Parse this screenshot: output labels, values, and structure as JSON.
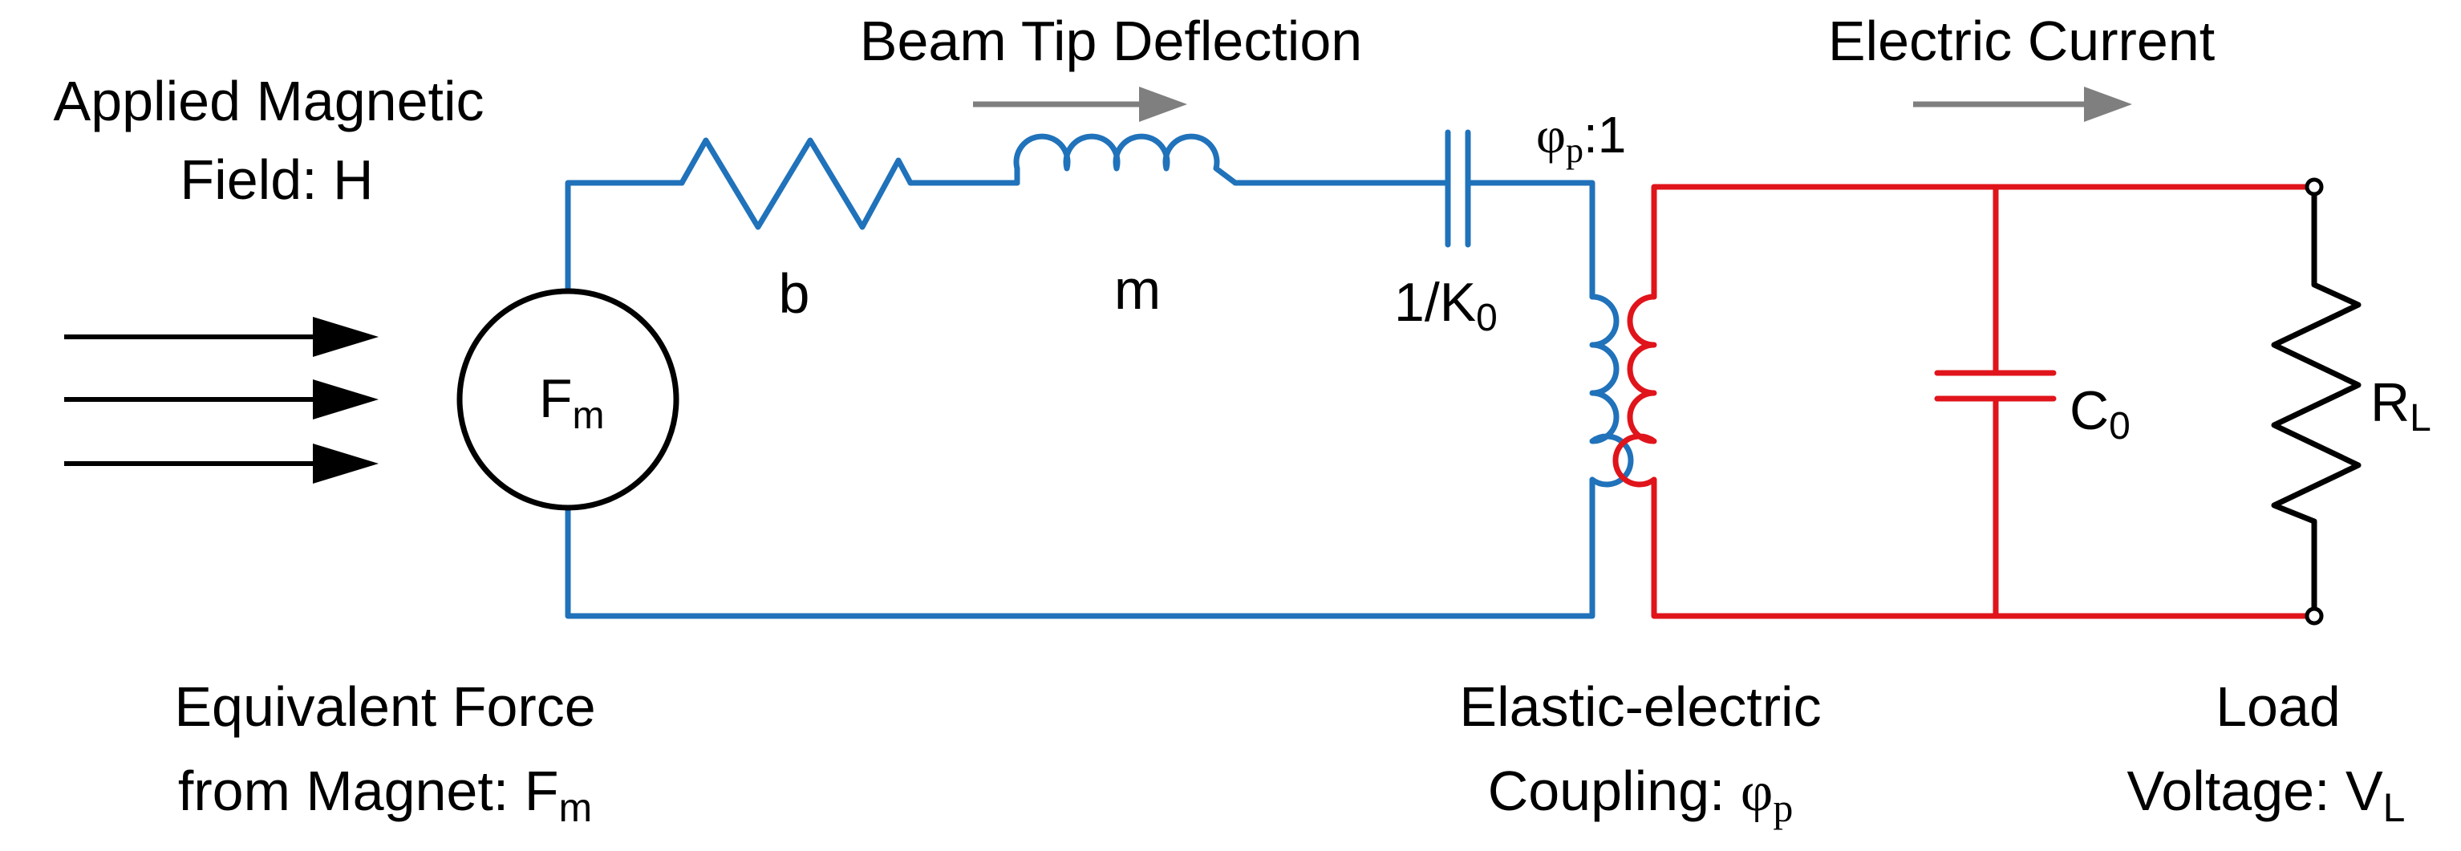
{
  "colors": {
    "mechanical": "#2072BA",
    "electrical": "#E0141B",
    "arrow_gray": "#7F7F7F",
    "text": "#000000"
  },
  "labels": {
    "applied_field_line1": "Applied Magnetic",
    "applied_field_line2": "Field: H",
    "beam_tip": "Beam Tip Deflection",
    "electric_current": "Electric Current",
    "source_main": "F",
    "source_sub": "m",
    "damper": "b",
    "mass": "m",
    "stiffness_main": "1/K",
    "stiffness_sub": "0",
    "ratio_phi": "φ",
    "ratio_sub": "p",
    "ratio_tail": ":1",
    "cap_main": "C",
    "cap_sub": "0",
    "load_res_main": "R",
    "load_res_sub": "L",
    "force_line1": "Equivalent Force",
    "force_line2_main": "from Magnet: F",
    "force_line2_sub": "m",
    "coupling_line1": "Elastic-electric",
    "coupling_line2_main": "Coupling: ",
    "coupling_line2_phi": "φ",
    "coupling_line2_sub": "p",
    "load_line1": "Load",
    "load_line2_main": "Voltage: V",
    "load_line2_sub": "L"
  },
  "icons": {
    "field_arrows": "right-arrow-icon",
    "flow_arrows": "gray-right-arrow-icon",
    "source": "force-source-circle",
    "resistor": "zigzag-resistor",
    "inductor": "coil-inductor",
    "capacitor": "parallel-plate-capacitor",
    "transformer": "coupled-coils",
    "terminal": "open-circle-terminal"
  }
}
